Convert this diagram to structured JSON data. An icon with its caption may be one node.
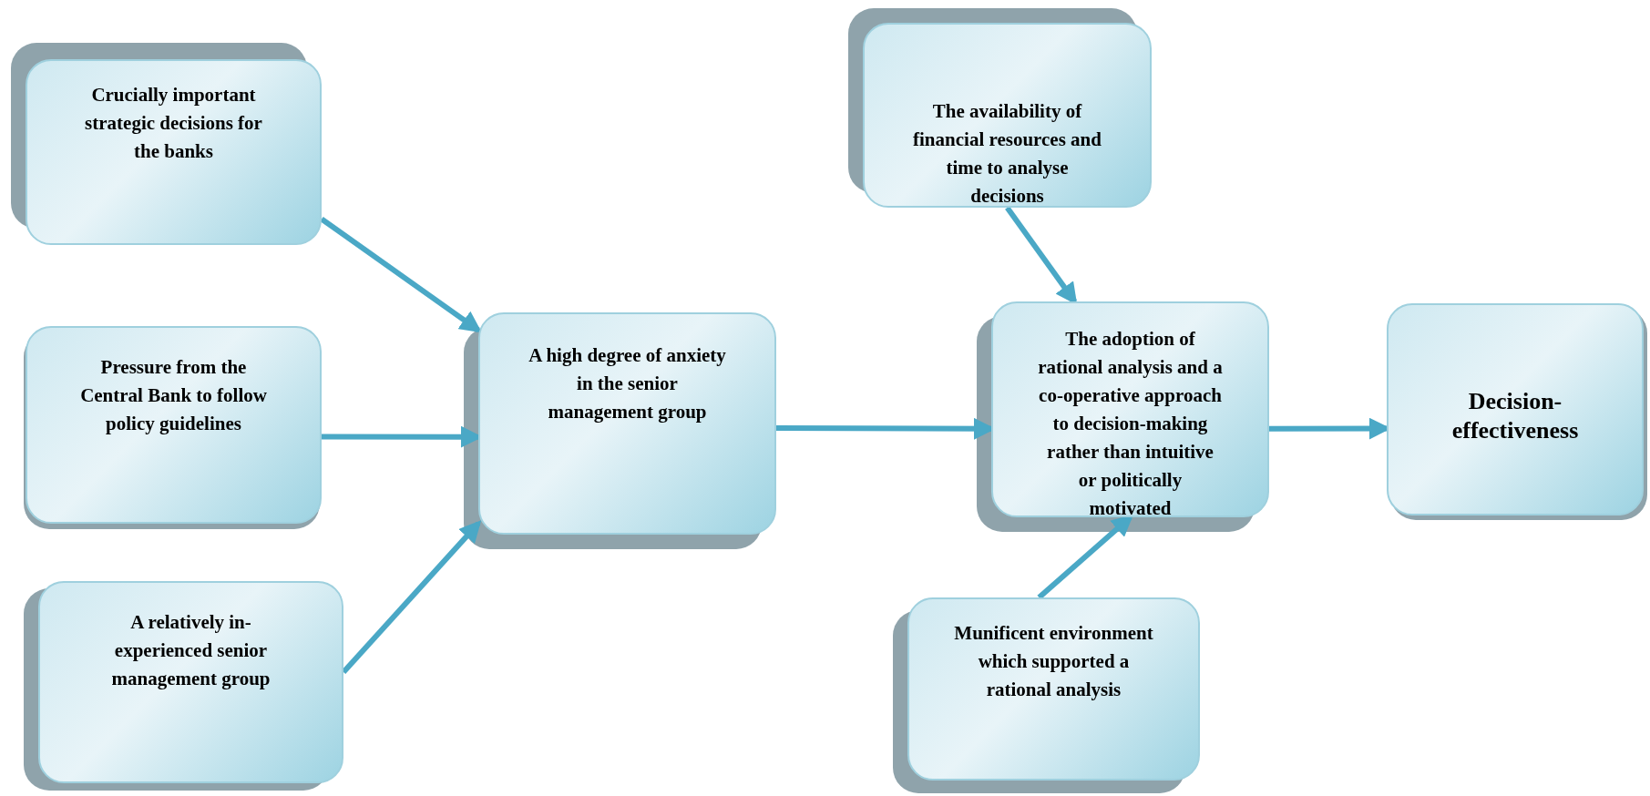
{
  "diagram": {
    "nodes": [
      {
        "text": [
          "Crucially important strategic decisions for the banks"
        ]
      },
      {
        "text": [
          "Pressure from the Central Bank  to follow policy guidelines"
        ]
      },
      {
        "text": [
          "A relatively in-experienced senior management group"
        ]
      },
      {
        "text": [
          "A high degree of anxiety in the senior management group"
        ]
      },
      {
        "text": [
          "The availability of financial resources and time to analyse decisions"
        ]
      },
      {
        "text": [
          "The adoption of rational analysis and a co-operative approach to decision-making rather than intuitive or politically motivated"
        ]
      },
      {
        "text": [
          "Munificent environment which supported a rational analysis"
        ]
      },
      {
        "text": [
          "Decision-effectiveness"
        ]
      }
    ],
    "edges": [
      {
        "from": 0,
        "to": 3,
        "arrow": "to"
      },
      {
        "from": 1,
        "to": 3,
        "arrow": "to"
      },
      {
        "from": 2,
        "to": 3,
        "arrow": "to"
      },
      {
        "from": 3,
        "to": 5,
        "arrow": "to"
      },
      {
        "from": 4,
        "to": 5,
        "arrow": "to"
      },
      {
        "from": 6,
        "to": 5,
        "arrow": "to"
      },
      {
        "from": 5,
        "to": 7,
        "arrow": "to"
      }
    ]
  }
}
